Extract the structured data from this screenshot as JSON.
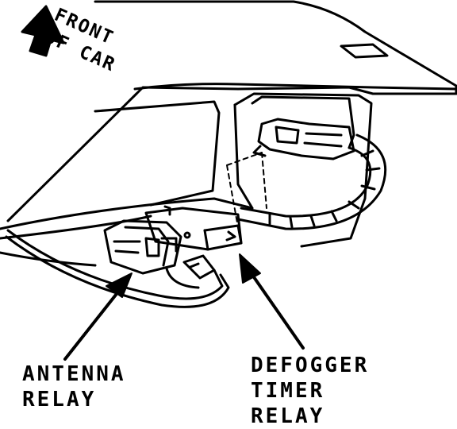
{
  "front_label": [
    "FRONT",
    "OF CAR"
  ],
  "callouts": {
    "antenna_relay": [
      "ANTENNA",
      "RELAY"
    ],
    "defogger_timer_relay": [
      "DEFOGGER",
      "TIMER",
      "RELAY"
    ]
  },
  "colors": {
    "ink": "#000000",
    "paper": "#ffffff"
  }
}
